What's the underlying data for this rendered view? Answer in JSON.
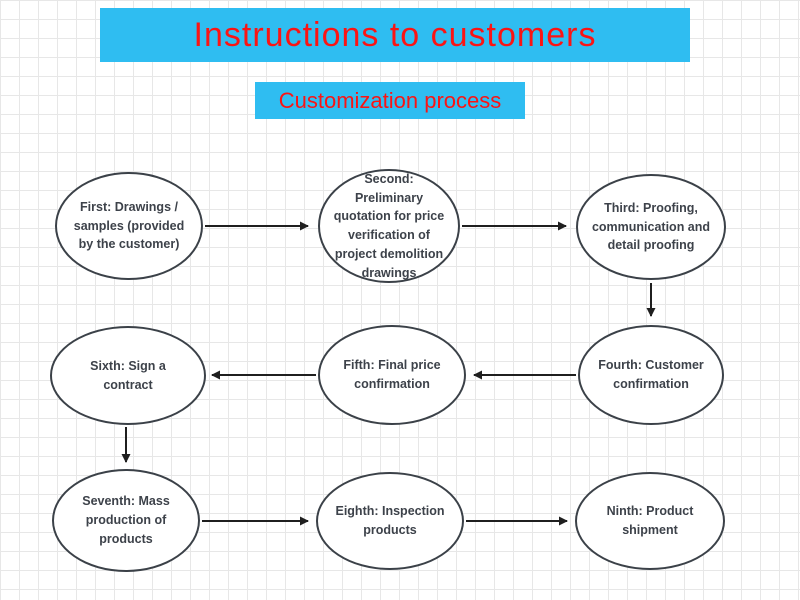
{
  "header": {
    "title": "Instructions to customers",
    "subtitle": "Customization process"
  },
  "colors": {
    "banner_background": "#2fbdf1",
    "banner_text": "#fb1414",
    "node_border": "#3b4148",
    "node_text": "#3d424a",
    "arrow": "#1f1f1f"
  },
  "flowchart": {
    "nodes": [
      {
        "id": "step-1",
        "label": "First: Drawings / samples (provided by the customer)"
      },
      {
        "id": "step-2",
        "label": "Second: Preliminary quotation for price verification of project demolition drawings"
      },
      {
        "id": "step-3",
        "label": "Third: Proofing, communication and detail proofing"
      },
      {
        "id": "step-4",
        "label": "Fourth: Customer confirmation"
      },
      {
        "id": "step-5",
        "label": "Fifth: Final price confirmation"
      },
      {
        "id": "step-6",
        "label": "Sixth: Sign a contract"
      },
      {
        "id": "step-7",
        "label": "Seventh: Mass production of products"
      },
      {
        "id": "step-8",
        "label": "Eighth: Inspection products"
      },
      {
        "id": "step-9",
        "label": "Ninth: Product shipment"
      }
    ],
    "edges": [
      {
        "from": "step-1",
        "to": "step-2"
      },
      {
        "from": "step-2",
        "to": "step-3"
      },
      {
        "from": "step-3",
        "to": "step-4"
      },
      {
        "from": "step-4",
        "to": "step-5"
      },
      {
        "from": "step-5",
        "to": "step-6"
      },
      {
        "from": "step-6",
        "to": "step-7"
      },
      {
        "from": "step-7",
        "to": "step-8"
      },
      {
        "from": "step-8",
        "to": "step-9"
      }
    ]
  }
}
